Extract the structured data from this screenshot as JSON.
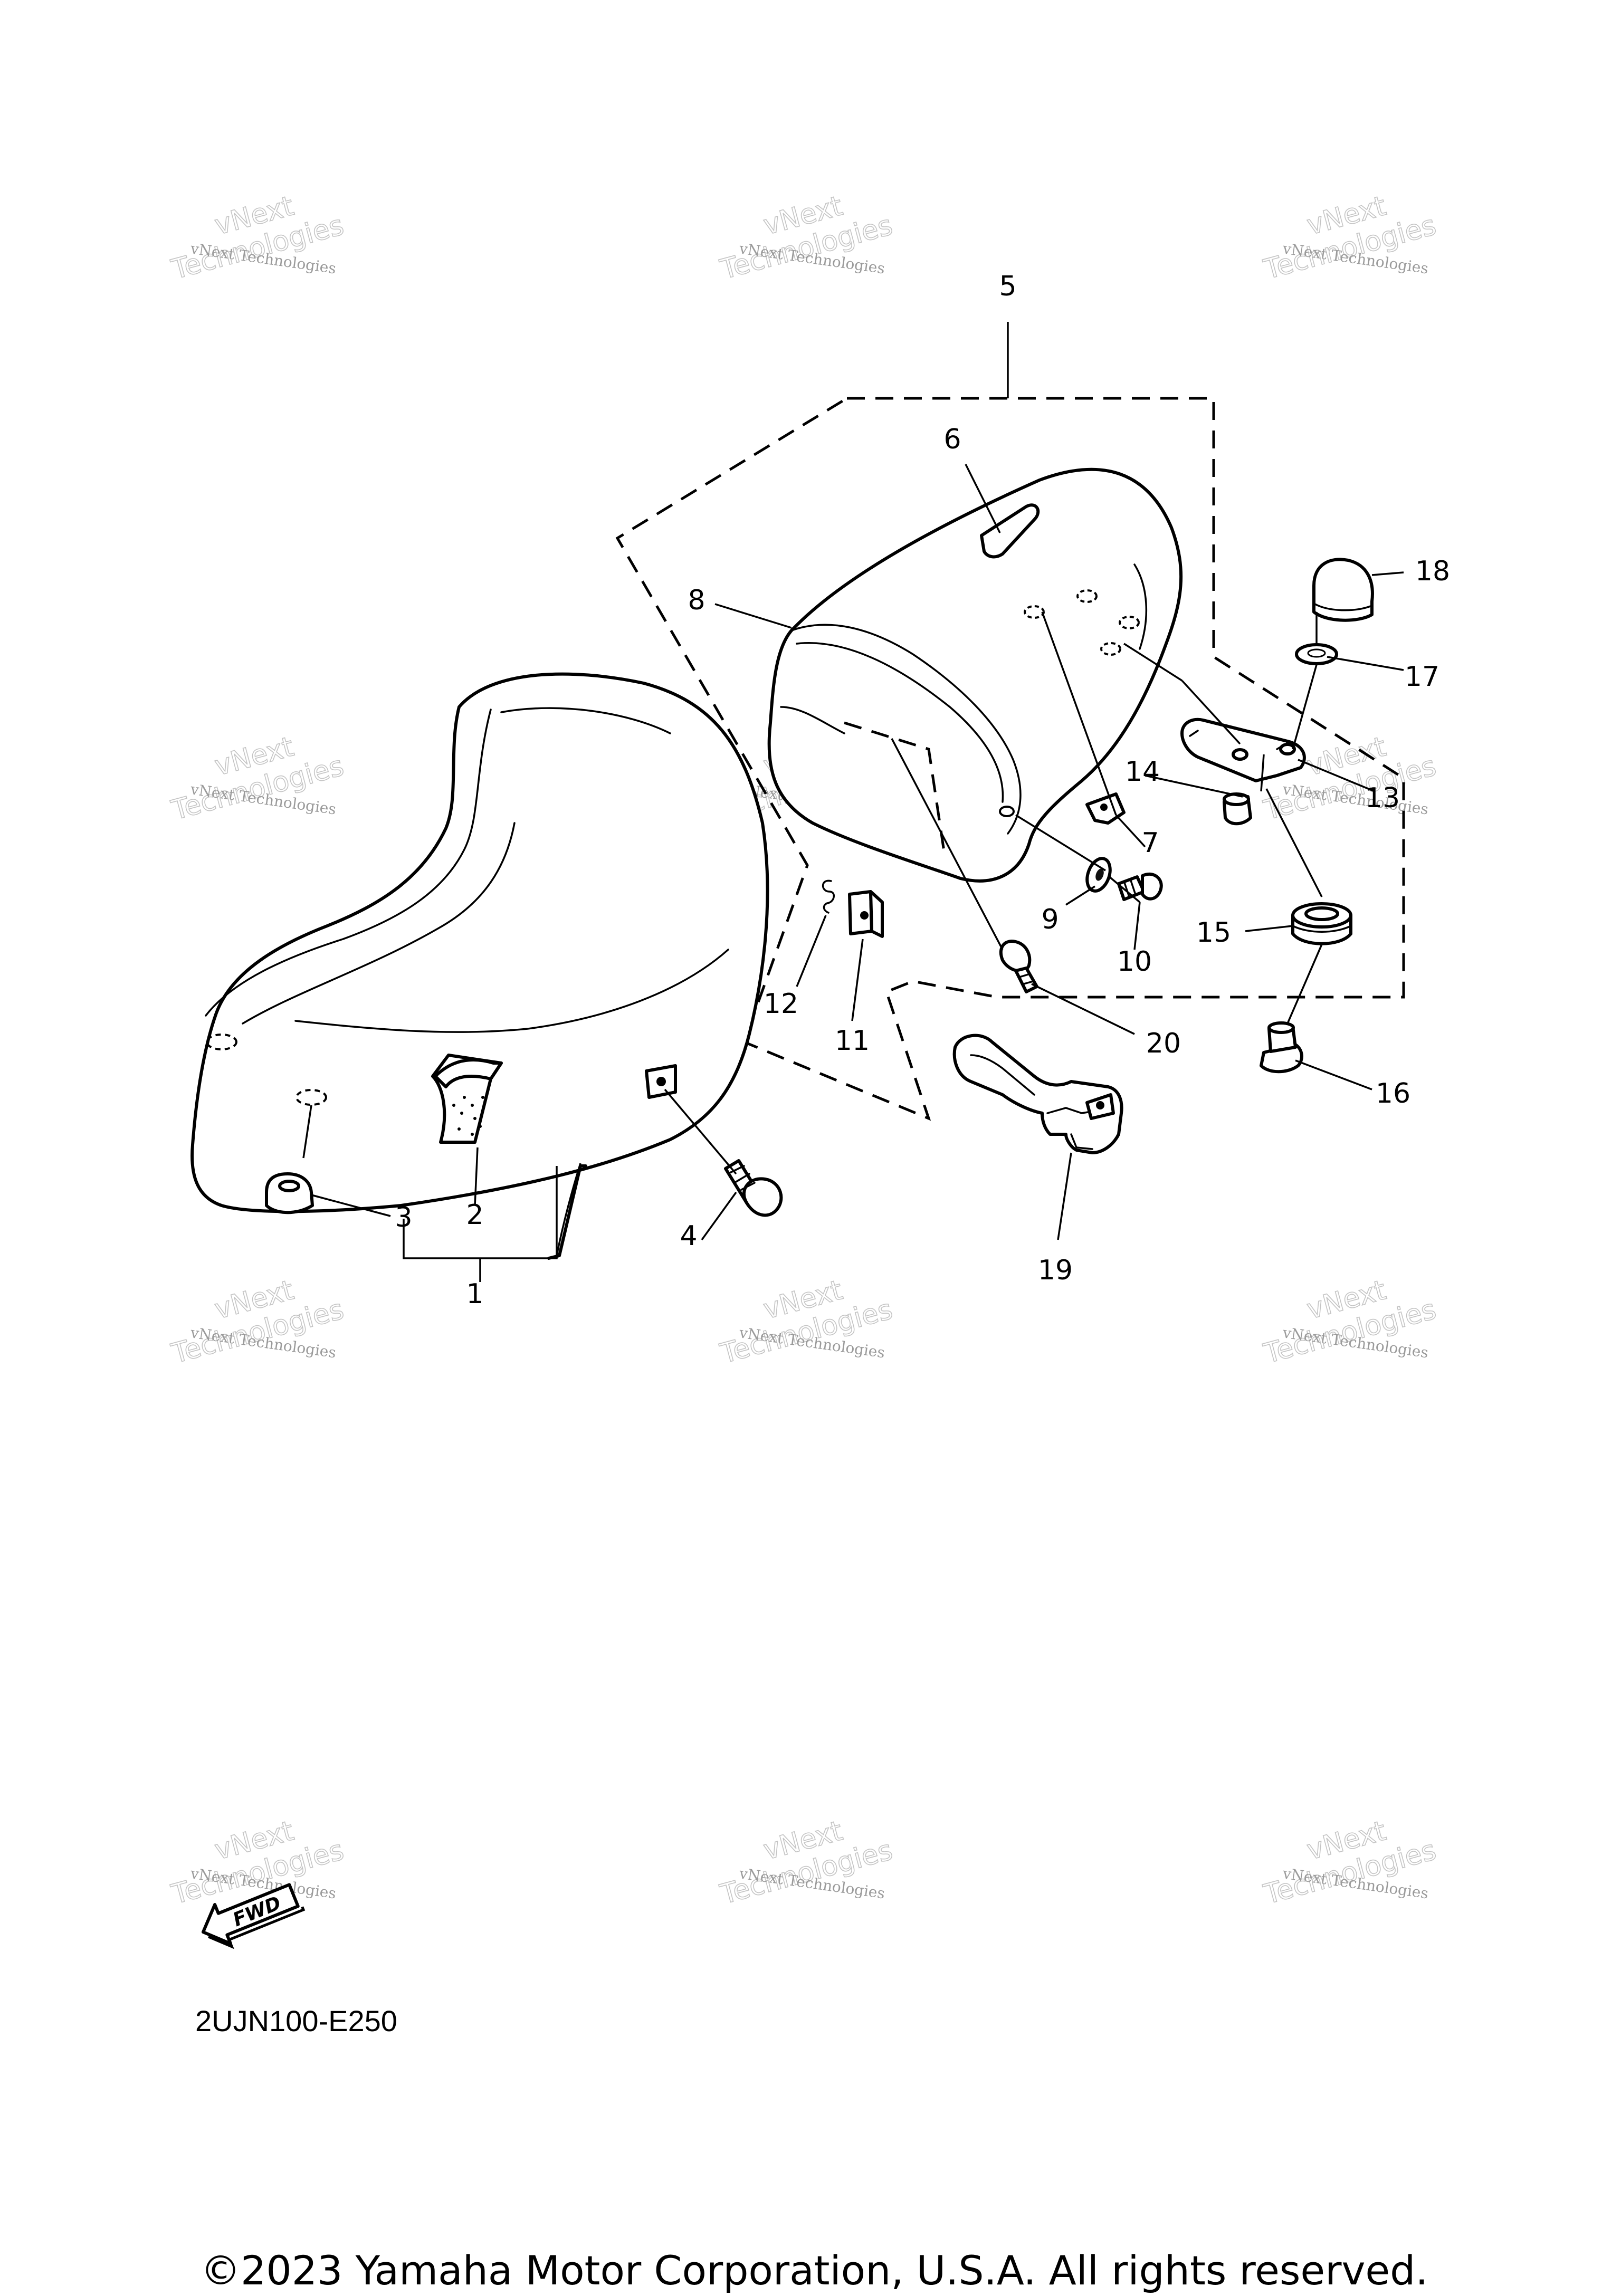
{
  "callouts": [
    "1",
    "2",
    "3",
    "4",
    "5",
    "6",
    "7",
    "8",
    "9",
    "10",
    "11",
    "12",
    "13",
    "14",
    "15",
    "16",
    "17",
    "18",
    "19",
    "20"
  ],
  "diagram_code": "2UJN100-E250",
  "fwd_label": "FWD",
  "copyright": "©2023 Yamaha Motor Corporation, U.S.A. All rights reserved.",
  "watermark": {
    "line1": "vNext Technologies",
    "line2": "vNext",
    "line3": "Technologies"
  }
}
